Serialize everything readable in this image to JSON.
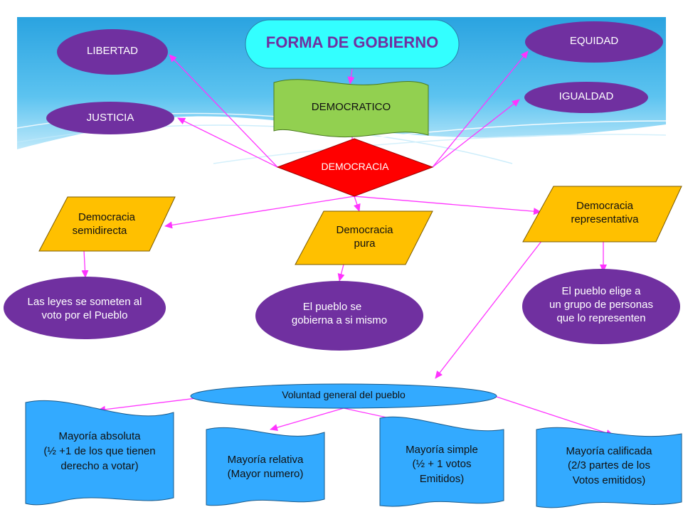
{
  "title": "FORMA DE GOBIERNO",
  "values": {
    "libertad": "LIBERTAD",
    "justicia": "JUSTICIA",
    "equidad": "EQUIDAD",
    "igualdad": "IGUALDAD"
  },
  "democratico": "DEMOCRATICO",
  "democracia": "DEMOCRACIA",
  "types": {
    "semidirecta": [
      "Democracia",
      "semidirecta"
    ],
    "pura": [
      "Democracia",
      "pura"
    ],
    "representativa": [
      "Democracia",
      "representativa"
    ]
  },
  "descriptions": {
    "semidirecta": [
      "Las leyes se someten al",
      "voto por el Pueblo"
    ],
    "pura": [
      "El pueblo se",
      "gobierna a si mismo"
    ],
    "representativa": [
      "El pueblo elige a",
      "un grupo de personas",
      "que lo representen"
    ]
  },
  "voluntad": "Voluntad general del pueblo",
  "majorities": {
    "absoluta": [
      "Mayoría absoluta",
      "(½ +1 de los que tienen",
      "derecho a votar)"
    ],
    "relativa": [
      "Mayoría relativa",
      "(Mayor numero)"
    ],
    "simple": [
      "Mayoría simple",
      "(½ + 1 votos",
      "Emitidos)"
    ],
    "calificada": [
      "Mayoría calificada",
      "(2/3  partes de los",
      "Votos emitidos)"
    ]
  },
  "colors": {
    "sky": "#3fb4e9",
    "purple": "#7030a0",
    "cyan": "#33ffff",
    "green": "#92d050",
    "red": "#ff0000",
    "gold": "#ffc000",
    "blue": "#33aaff",
    "arrow": "#ff33ff"
  }
}
